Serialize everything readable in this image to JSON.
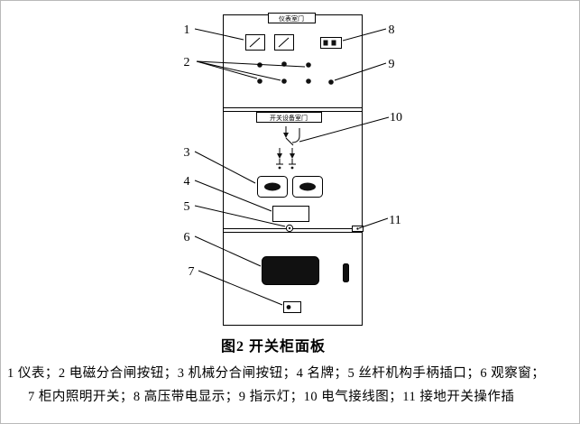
{
  "figure": {
    "caption": "图2  开关柜面板",
    "legend_line1": "1 仪表；2 电磁分合闸按钮；3 机械分合闸按钮；4 名牌；5 丝杆机构手柄插口；6 观察窗；",
    "legend_line2": "7 柜内照明开关；8 高压带电显示；9 指示灯；10 电气接线图；11 接地开关操作插"
  },
  "cabinet": {
    "instrument_door_label": "仪表室门",
    "switch_door_label": "开关设备室门"
  },
  "callouts": {
    "n1": "1",
    "n2": "2",
    "n3": "3",
    "n4": "4",
    "n5": "5",
    "n6": "6",
    "n7": "7",
    "n8": "8",
    "n9": "9",
    "n10": "10",
    "n11": "11"
  },
  "colors": {
    "line": "#000000",
    "fill_dark": "#111111",
    "background": "#ffffff"
  }
}
